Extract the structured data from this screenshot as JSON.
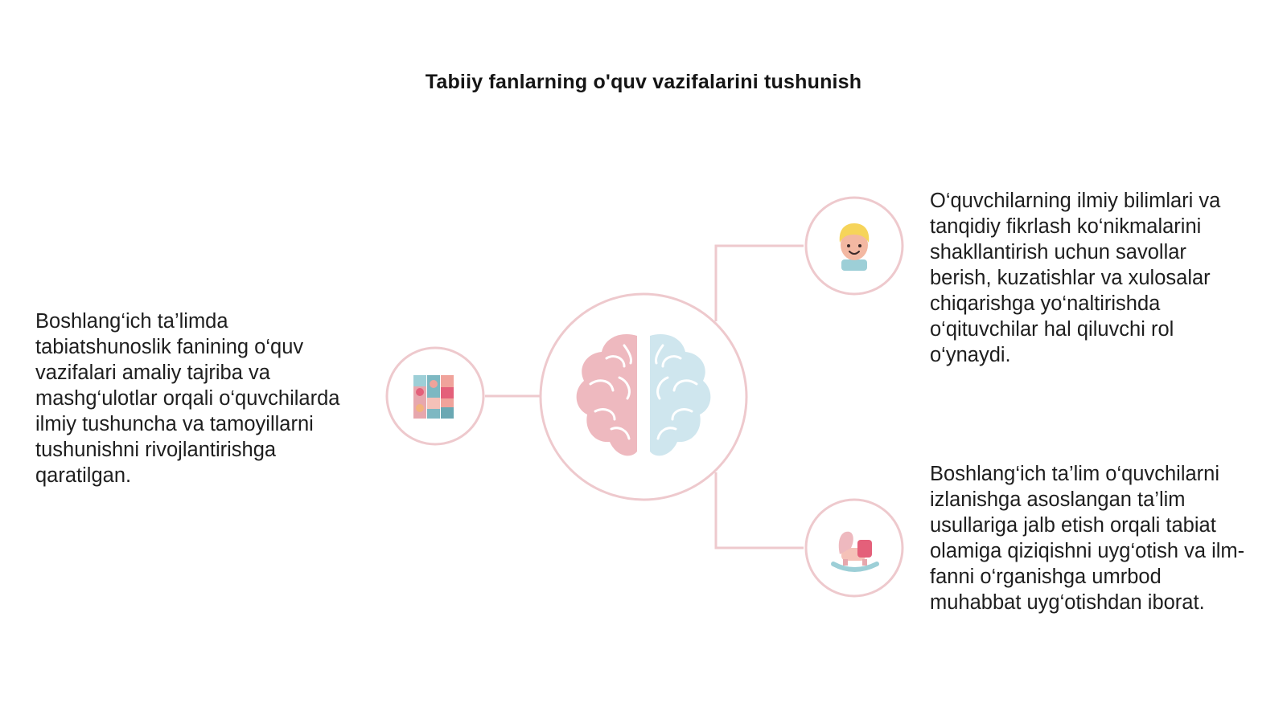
{
  "title": "Tabiiy fanlarning o'quv vazifalarini tushunish",
  "blocks": {
    "left": "Boshlang‘ich ta’limda tabiatshunoslik fanining o‘quv vazifalari amaliy tajriba va mashg‘ulotlar orqali o‘quvchilarda ilmiy tushuncha va tamoyillarni tushunishni rivojlantirishga qaratilgan.",
    "right_top": "O‘quvchilarning ilmiy bilimlari va tanqidiy fikrlash ko‘nikmalarini shakllantirish uchun savollar berish, kuzatishlar va xulosalar chiqarishga yo‘naltirishda o‘qituvchilar hal qiluvchi rol o‘ynaydi.",
    "right_bottom": "Boshlang‘ich ta’lim o‘quvchilarni izlanishga asoslangan ta’lim usullariga jalb etish orqali tabiat olamiga qiziqishni uyg‘otish va ilm-fanni o‘rganishga umrbod muhabbat uyg‘otishdan iborat."
  },
  "icons": {
    "center": "brain-icon",
    "left": "puzzle-blocks-icon",
    "right_top": "child-face-icon",
    "right_bottom": "rocking-horse-icon"
  },
  "colors": {
    "ring": "#eec9cd",
    "connector": "#eec9cd",
    "brain_left": "#eeb9bf",
    "brain_right": "#cfe6ee",
    "text": "#1e1e1e"
  }
}
